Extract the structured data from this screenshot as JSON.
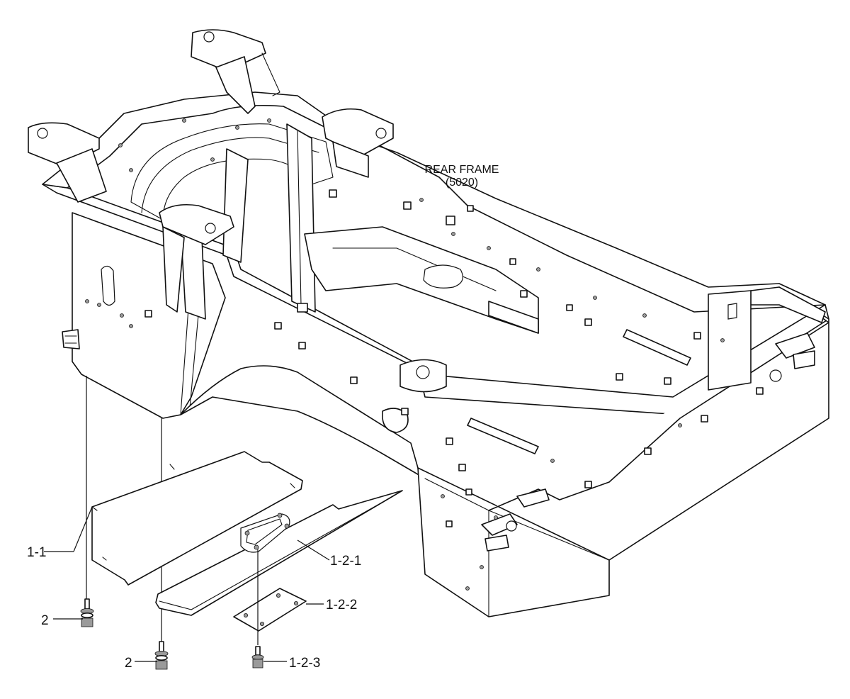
{
  "labels": {
    "rear_frame": "REAR FRAME",
    "rear_frame_ref": "(5020)"
  },
  "callouts": {
    "c1_1": "1-1",
    "c1_2_1": "1-2-1",
    "c1_2_2": "1-2-2",
    "c1_2_3": "1-2-3",
    "c2_left": "2",
    "c2_mid": "2"
  }
}
